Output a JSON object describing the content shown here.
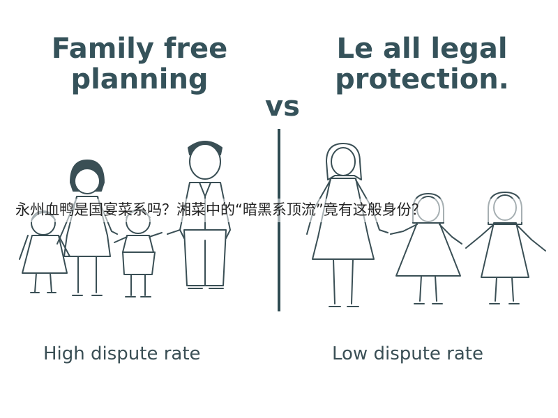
{
  "left_panel": {
    "heading_line1": "Family free",
    "heading_line2": "planning",
    "caption": "High dispute rate"
  },
  "center": {
    "vs_label": "vs"
  },
  "right_panel": {
    "heading_line1": "Le all legal",
    "heading_line2": "protection.",
    "caption": "Low dispute rate"
  },
  "overlay": {
    "headline": "永州血鸭是国宴菜系吗？湘菜中的“暗黑系顶流”竟有这般身份？"
  },
  "colors": {
    "heading": "#35525a",
    "line_art": "#3a4f55",
    "divider": "#2f4b52"
  }
}
